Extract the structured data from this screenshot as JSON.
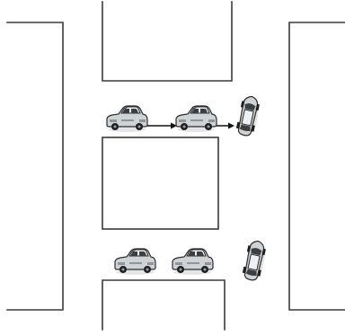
{
  "scene": {
    "background": "#ffffff",
    "outline_color": "#3a3a3a",
    "car_color": "#cfd3d6",
    "arrow_color": "#111111"
  },
  "blocks": [
    {
      "name": "left-block"
    },
    {
      "name": "top-center-block"
    },
    {
      "name": "middle-center-block"
    },
    {
      "name": "bottom-center-block"
    },
    {
      "name": "right-block"
    }
  ],
  "vehicles": [
    {
      "name": "car-top-left",
      "icon": "car-icon",
      "heading": "east"
    },
    {
      "name": "car-top-middle",
      "icon": "car-icon",
      "heading": "east"
    },
    {
      "name": "car-top-right",
      "icon": "car-icon",
      "heading": "north"
    },
    {
      "name": "car-bottom-left",
      "icon": "car-icon",
      "heading": "east"
    },
    {
      "name": "car-bottom-middle",
      "icon": "car-icon",
      "heading": "east"
    },
    {
      "name": "car-bottom-right",
      "icon": "car-icon",
      "heading": "north"
    }
  ],
  "arrows": [
    {
      "name": "arrow-car1-to-car2",
      "from": "car-top-left",
      "to": "car-top-middle"
    },
    {
      "name": "arrow-car2-to-car3",
      "from": "car-top-middle",
      "to": "car-top-right"
    }
  ]
}
